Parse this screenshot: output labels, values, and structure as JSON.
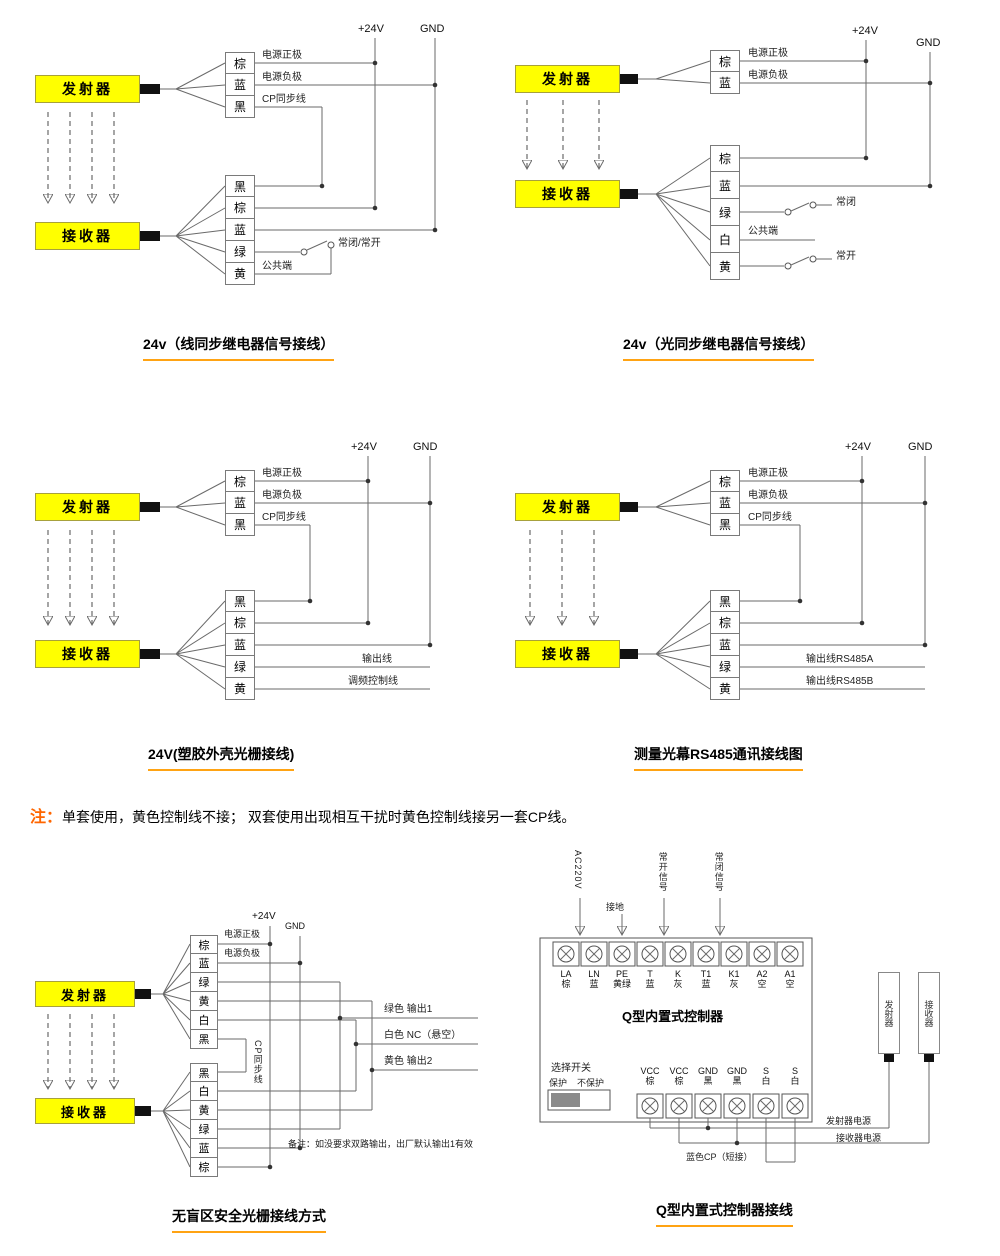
{
  "d1": {
    "title": "24v（线同步继电器信号接线）",
    "tx": "发射器",
    "rx": "接收器",
    "v24": "+24V",
    "gnd": "GND",
    "tx_terms": [
      "棕",
      "蓝",
      "黑"
    ],
    "tx_wire_labels": [
      "电源正极",
      "电源负极",
      "CP同步线"
    ],
    "rx_terms": [
      "黑",
      "棕",
      "蓝",
      "绿",
      "黄"
    ],
    "relay_label": "常闭/常开",
    "common_label": "公共端"
  },
  "d2": {
    "title": "24v（光同步继电器信号接线）",
    "tx": "发射器",
    "rx": "接收器",
    "v24": "+24V",
    "gnd": "GND",
    "tx_terms": [
      "棕",
      "蓝"
    ],
    "tx_wire_labels": [
      "电源正极",
      "电源负极"
    ],
    "rx_terms": [
      "棕",
      "蓝",
      "绿",
      "白",
      "黄"
    ],
    "nc_label": "常闭",
    "no_label": "常开",
    "common_label": "公共端"
  },
  "d3": {
    "title": "24V(塑胶外壳光栅接线)",
    "tx": "发射器",
    "rx": "接收器",
    "v24": "+24V",
    "gnd": "GND",
    "tx_terms": [
      "棕",
      "蓝",
      "黑"
    ],
    "tx_wire_labels": [
      "电源正极",
      "电源负极",
      "CP同步线"
    ],
    "rx_terms": [
      "黑",
      "棕",
      "蓝",
      "绿",
      "黄"
    ],
    "out1_label": "输出线",
    "out2_label": "调频控制线"
  },
  "d4": {
    "title": "测量光幕RS485通讯接线图",
    "tx": "发射器",
    "rx": "接收器",
    "v24": "+24V",
    "gnd": "GND",
    "tx_terms": [
      "棕",
      "蓝",
      "黑"
    ],
    "tx_wire_labels": [
      "电源正极",
      "电源负极",
      "CP同步线"
    ],
    "rx_terms": [
      "黑",
      "棕",
      "蓝",
      "绿",
      "黄"
    ],
    "out1_label": "输出线RS485A",
    "out2_label": "输出线RS485B"
  },
  "note": {
    "prefix": "注：",
    "text": "单套使用，黄色控制线不接； 双套使用出现相互干扰时黄色控制线接另一套CP线。"
  },
  "d5": {
    "title": "无盲区安全光栅接线方式",
    "tx": "发射器",
    "rx": "接收器",
    "v24": "+24V",
    "gnd": "GND",
    "tx_terms": [
      "棕",
      "蓝",
      "绿",
      "黄",
      "白",
      "黑"
    ],
    "rx_terms": [
      "黑",
      "白",
      "黄",
      "绿",
      "蓝",
      "棕"
    ],
    "wire_labels": [
      "电源正极",
      "电源负极"
    ],
    "cp_label": "CP同步线",
    "out_labels": [
      "绿色 输出1",
      "白色 NC（悬空）",
      "黄色 输出2"
    ],
    "remark": "备注：如没要求双路输出，出厂默认输出1有效"
  },
  "d6": {
    "title": "Q型内置式控制器接线",
    "box_label": "Q型内置式控制器",
    "ac_label": "AC220V",
    "earth_label": "接地",
    "no_signal": "常开信号",
    "nc_signal": "常闭信号",
    "top_terms": [
      "LA\n棕",
      "LN\n蓝",
      "PE\n黄绿",
      "T\n蓝",
      "K\n灰",
      "T1\n蓝",
      "K1\n灰",
      "A2\n空",
      "A1\n空"
    ],
    "bottom_terms": [
      "VCC\n棕",
      "VCC\n棕",
      "GND\n黑",
      "GND\n黑",
      "S\n白",
      "S\n白"
    ],
    "selector": "选择开关",
    "protect": "保护",
    "no_protect": "不保护",
    "tx_vert": "发射器",
    "rx_vert": "接收器",
    "tx_power": "发射器电源",
    "rx_power": "接收器电源",
    "cp_short": "蓝色CP（短接）"
  }
}
